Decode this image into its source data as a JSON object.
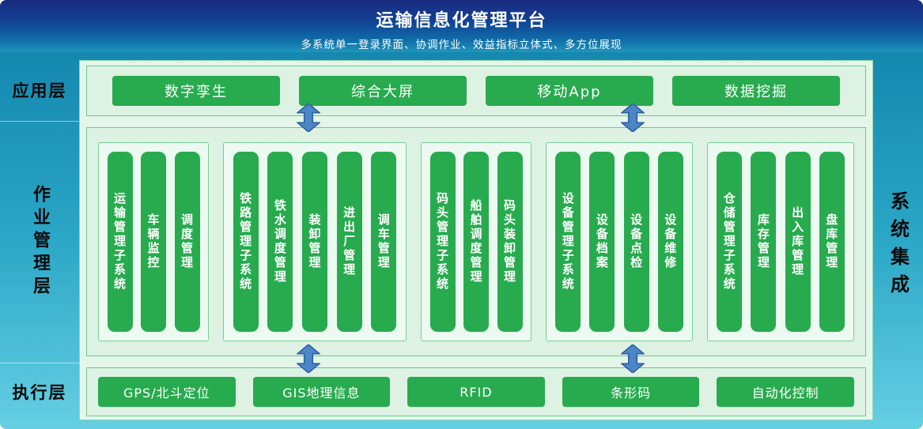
{
  "header": {
    "title": "运输信息化管理平台",
    "subtitle": "多系统单一登录界面、协调作业、效益指标立体式、多方位展现"
  },
  "layers": {
    "application": "应用层",
    "operation": "作业管理层",
    "execution": "执行层"
  },
  "right_label": "系统集成",
  "application_layer": {
    "items": [
      "数字孪生",
      "综合大屏",
      "移动App",
      "数据挖掘"
    ]
  },
  "operation_layer": {
    "groups": [
      {
        "items": [
          "运输管理子系统",
          "车辆监控",
          "调度管理"
        ]
      },
      {
        "items": [
          "铁路管理子系统",
          "铁水调度管理",
          "装卸管理",
          "进出厂管理",
          "调车管理"
        ]
      },
      {
        "items": [
          "码头管理子系统",
          "船舶调度管理",
          "码头装卸管理"
        ]
      },
      {
        "items": [
          "设备管理子系统",
          "设备档案",
          "设备点检",
          "设备维修"
        ]
      },
      {
        "items": [
          "仓储管理子系统",
          "库存管理",
          "出入库管理",
          "盘库管理"
        ]
      }
    ]
  },
  "execution_layer": {
    "items": [
      "GPS/北斗定位",
      "GIS地理信息",
      "RFID",
      "条形码",
      "自动化控制"
    ]
  },
  "colors": {
    "box_green": "#27ab4e",
    "panel_mint": "#ddf2e3",
    "banner_blue": "#123f92",
    "background_teal": "#2aa6c6",
    "arrow_blue": "#4d86c6"
  }
}
